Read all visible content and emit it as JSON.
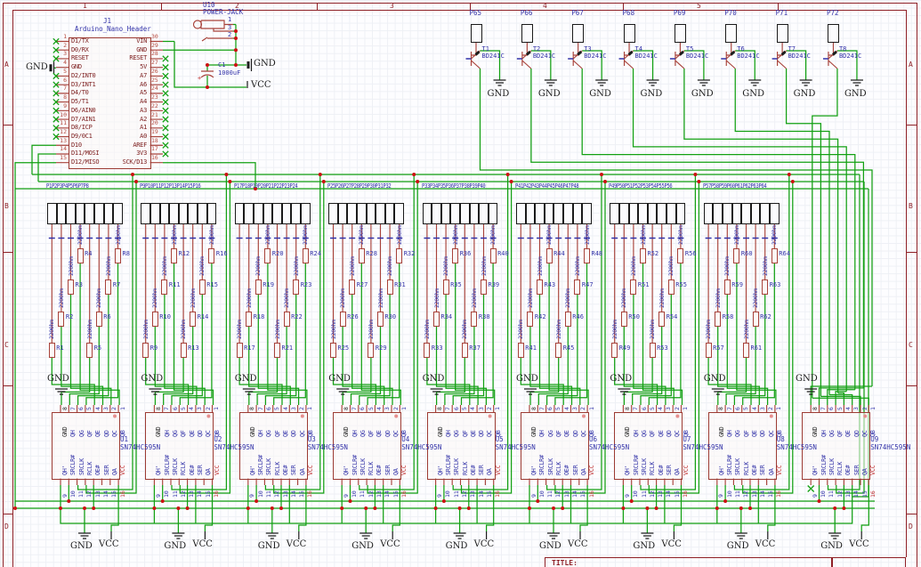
{
  "colors": {
    "wire_green": "#12a012",
    "symbol_red": "#a8423a",
    "text_dark_red": "#7e2020",
    "label_blue": "#3232a8",
    "pin_number_red": "#b5493c",
    "frame_dark_red": "#8e2026",
    "junction_red": "#cc1111",
    "black": "#1c1c1c"
  },
  "frame": {
    "col_labels": [
      "1",
      "2",
      "3",
      "4",
      "5"
    ],
    "row_labels": [
      "A",
      "B",
      "C",
      "D"
    ],
    "title": "TITLE:"
  },
  "arduino": {
    "refdes": "J1",
    "part": "Arduino_Nano_Header",
    "gnd": "GND",
    "left_pins": [
      {
        "num": "1",
        "name": "D1/TX",
        "nc": true
      },
      {
        "num": "2",
        "name": "D0/RX",
        "nc": true
      },
      {
        "num": "3",
        "name": "RESET",
        "nc": true
      },
      {
        "num": "4",
        "name": "GND",
        "nc": false
      },
      {
        "num": "5",
        "name": "D2/INT0",
        "nc": true
      },
      {
        "num": "6",
        "name": "D3/INT1",
        "nc": true
      },
      {
        "num": "7",
        "name": "D4/T0",
        "nc": true
      },
      {
        "num": "8",
        "name": "D5/T1",
        "nc": true
      },
      {
        "num": "9",
        "name": "D6/AIN0",
        "nc": true
      },
      {
        "num": "10",
        "name": "D7/AIN1",
        "nc": true
      },
      {
        "num": "11",
        "name": "D8/ICP",
        "nc": true
      },
      {
        "num": "12",
        "name": "D9/0C1",
        "nc": true
      },
      {
        "num": "13",
        "name": "D10",
        "nc": false
      },
      {
        "num": "14",
        "name": "D11/MOSI",
        "nc": false
      },
      {
        "num": "15",
        "name": "D12/MISO",
        "nc": false
      }
    ],
    "right_pins": [
      {
        "num": "30",
        "name": "VIN",
        "nc": false
      },
      {
        "num": "29",
        "name": "GND",
        "nc": false
      },
      {
        "num": "28",
        "name": "RESET",
        "nc": true
      },
      {
        "num": "27",
        "name": "5V",
        "nc": true
      },
      {
        "num": "26",
        "name": "A7",
        "nc": true
      },
      {
        "num": "25",
        "name": "A6",
        "nc": true
      },
      {
        "num": "24",
        "name": "A5",
        "nc": true
      },
      {
        "num": "23",
        "name": "A4",
        "nc": true
      },
      {
        "num": "22",
        "name": "A3",
        "nc": true
      },
      {
        "num": "21",
        "name": "A2",
        "nc": true
      },
      {
        "num": "20",
        "name": "A1",
        "nc": true
      },
      {
        "num": "19",
        "name": "A0",
        "nc": true
      },
      {
        "num": "18",
        "name": "AREF",
        "nc": true
      },
      {
        "num": "17",
        "name": "3V3",
        "nc": true
      },
      {
        "num": "16",
        "name": "SCK/D13",
        "nc": false
      }
    ]
  },
  "power_jack": {
    "refdes": "U10",
    "part": "POWER-JACK",
    "pin_nums": [
      "1",
      "3",
      "2"
    ],
    "cap": {
      "refdes": "C1",
      "value": "1000uF",
      "plus": "+"
    },
    "gnd": "GND",
    "vcc": "VCC"
  },
  "transistors": {
    "part": "BD241C",
    "gnd": "GND",
    "items": [
      {
        "port": "P65",
        "refdes": "T1"
      },
      {
        "port": "P66",
        "refdes": "T2"
      },
      {
        "port": "P67",
        "refdes": "T3"
      },
      {
        "port": "P68",
        "refdes": "T4"
      },
      {
        "port": "P69",
        "refdes": "T5"
      },
      {
        "port": "P70",
        "refdes": "T6"
      },
      {
        "port": "P71",
        "refdes": "T7"
      },
      {
        "port": "P72",
        "refdes": "T8"
      }
    ]
  },
  "header_groups": [
    [
      "P1",
      "P2",
      "P3",
      "P4",
      "P5",
      "P6",
      "P7",
      "P8"
    ],
    [
      "P9",
      "P10",
      "P11",
      "P12",
      "P13",
      "P14",
      "P15",
      "P16"
    ],
    [
      "P17",
      "P18",
      "P19",
      "P20",
      "P21",
      "P22",
      "P23",
      "P24"
    ],
    [
      "P25",
      "P26",
      "P27",
      "P28",
      "P29",
      "P30",
      "P31",
      "P32"
    ],
    [
      "P33",
      "P34",
      "P35",
      "P36",
      "P37",
      "P38",
      "P39",
      "P40"
    ],
    [
      "P41",
      "P42",
      "P43",
      "P44",
      "P45",
      "P46",
      "P47",
      "P48"
    ],
    [
      "P49",
      "P50",
      "P51",
      "P52",
      "P53",
      "P54",
      "P55",
      "P56"
    ],
    [
      "P57",
      "P58",
      "P59",
      "P60",
      "P61",
      "P62",
      "P63",
      "P64"
    ]
  ],
  "resistors": {
    "value": "2200hm",
    "names": [
      "R1",
      "R2",
      "R3",
      "R4",
      "R5",
      "R6",
      "R7",
      "R8",
      "R9",
      "R10",
      "R11",
      "R12",
      "R13",
      "R14",
      "R15",
      "R16",
      "R17",
      "R18",
      "R19",
      "R20",
      "R21",
      "R22",
      "R23",
      "R24",
      "R25",
      "R26",
      "R27",
      "R28",
      "R29",
      "R30",
      "R31",
      "R32",
      "R33",
      "R34",
      "R35",
      "R36",
      "R37",
      "R38",
      "R39",
      "R40",
      "R41",
      "R42",
      "R43",
      "R44",
      "R45",
      "R46",
      "R47",
      "R48",
      "R49",
      "R50",
      "R51",
      "R52",
      "R53",
      "R54",
      "R55",
      "R56",
      "R57",
      "R58",
      "R59",
      "R60",
      "R61",
      "R62",
      "R63",
      "R64"
    ]
  },
  "chips": {
    "part": "SN74HC595N",
    "refs": [
      "U1",
      "U2",
      "U3",
      "U4",
      "U5",
      "U6",
      "U7",
      "U8",
      "U9"
    ],
    "gnd_top": "GND",
    "top_pins": [
      {
        "num": "8",
        "name": "GND"
      },
      {
        "num": "7",
        "name": "QH"
      },
      {
        "num": "6",
        "name": "QG"
      },
      {
        "num": "5",
        "name": "QF"
      },
      {
        "num": "4",
        "name": "QE"
      },
      {
        "num": "3",
        "name": "QD"
      },
      {
        "num": "2",
        "name": "QC"
      },
      {
        "num": "1",
        "name": "QB"
      }
    ],
    "bottom_pins": [
      {
        "num": "9",
        "name": "QH'"
      },
      {
        "num": "10",
        "name": "SRCLR#"
      },
      {
        "num": "11",
        "name": "SRCLK"
      },
      {
        "num": "12",
        "name": "RCLK"
      },
      {
        "num": "13",
        "name": "OE#"
      },
      {
        "num": "14",
        "name": "SER"
      },
      {
        "num": "15",
        "name": "QA"
      },
      {
        "num": "16",
        "name": "VCC"
      }
    ]
  },
  "bottom_power": {
    "gnd": "GND",
    "vcc": "VCC",
    "count": 9
  }
}
